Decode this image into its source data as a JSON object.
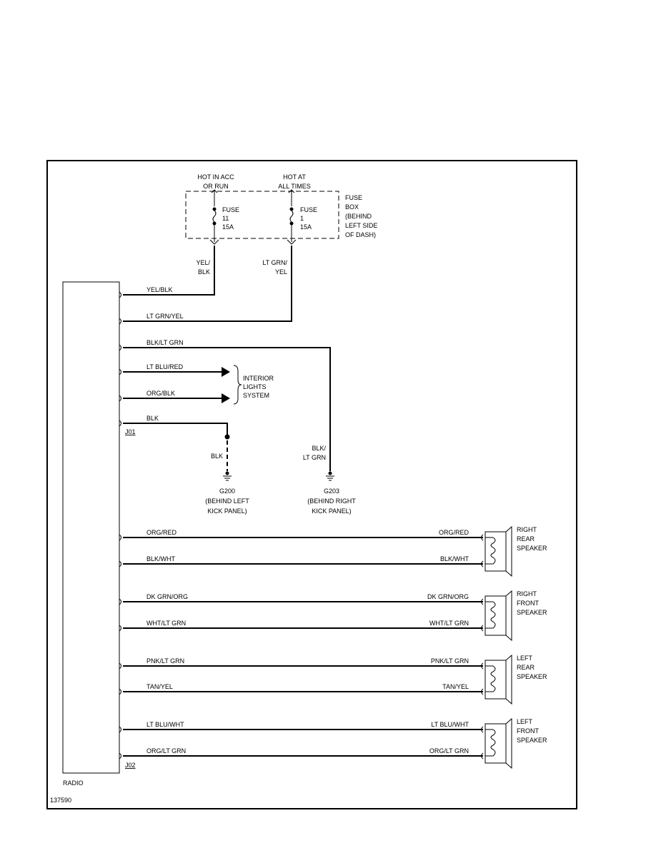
{
  "fuse_box": {
    "hot_acc_line1": "HOT IN ACC",
    "hot_acc_line2": "OR RUN",
    "hot_all_line1": "HOT AT",
    "hot_all_line2": "ALL TIMES",
    "fuse11_label": "FUSE",
    "fuse11_number": "11",
    "fuse11_rating": "15A",
    "fuse1_label": "FUSE",
    "fuse1_number": "1",
    "fuse1_rating": "15A",
    "box_label": [
      "FUSE",
      "BOX",
      "(BEHIND",
      "LEFT SIDE",
      "OF DASH)"
    ]
  },
  "feed_wires": {
    "yel_blk_vertical": [
      "YEL/",
      "BLK"
    ],
    "lt_grn_yel_vertical": [
      "LT GRN/",
      "YEL"
    ]
  },
  "radio": {
    "label": "RADIO",
    "connector_1": "J01",
    "connector_2": "J02"
  },
  "wires": {
    "w1": "YEL/BLK",
    "w2": "LT GRN/YEL",
    "w3": "BLK/LT GRN",
    "w4": "LT BLU/RED",
    "w5": "ORG/BLK",
    "w6": "BLK"
  },
  "interior_lights": [
    "INTERIOR",
    "LIGHTS",
    "SYSTEM"
  ],
  "grounds": {
    "g200_wire": "BLK",
    "g200": [
      "G200",
      "(BEHIND LEFT",
      "KICK PANEL)"
    ],
    "g203_wire": [
      "BLK/",
      "LT GRN"
    ],
    "g203": [
      "G203",
      "(BEHIND RIGHT",
      "KICK PANEL)"
    ]
  },
  "speakers": [
    {
      "name": [
        "RIGHT",
        "REAR",
        "SPEAKER"
      ],
      "wire_a": "ORG/RED",
      "wire_b": "BLK/WHT"
    },
    {
      "name": [
        "RIGHT",
        "FRONT",
        "SPEAKER"
      ],
      "wire_a": "DK GRN/ORG",
      "wire_b": "WHT/LT GRN"
    },
    {
      "name": [
        "LEFT",
        "REAR",
        "SPEAKER"
      ],
      "wire_a": "PNK/LT GRN",
      "wire_b": "TAN/YEL"
    },
    {
      "name": [
        "LEFT",
        "FRONT",
        "SPEAKER"
      ],
      "wire_a": "LT BLU/WHT",
      "wire_b": "ORG/LT GRN"
    }
  ],
  "figure_id": "137590"
}
